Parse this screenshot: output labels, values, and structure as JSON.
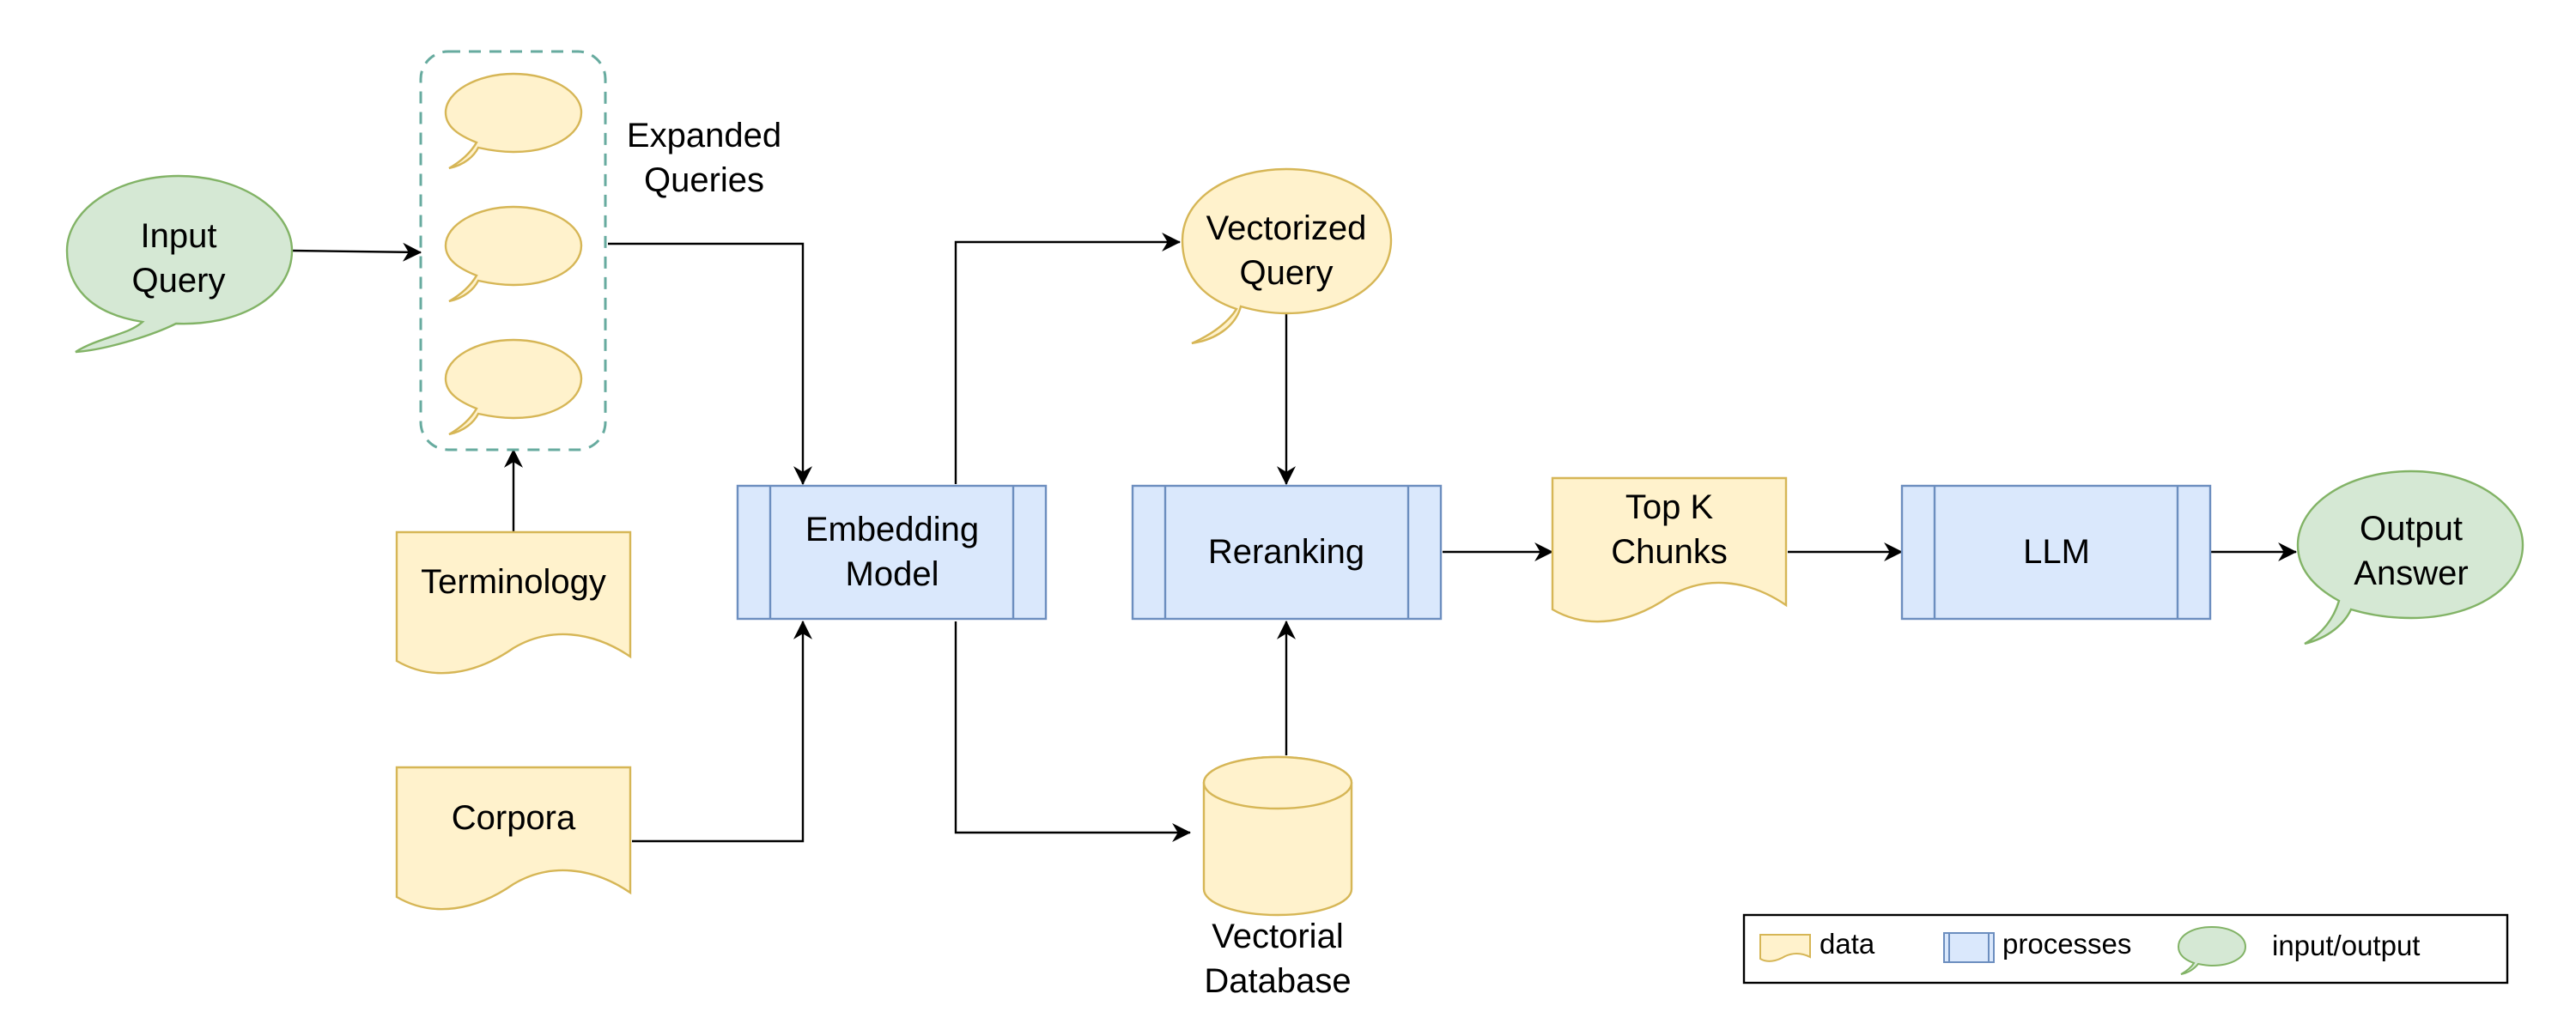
{
  "colors": {
    "data_fill": "#fff2cc",
    "data_stroke": "#d6b656",
    "process_fill": "#dae8fc",
    "process_stroke": "#6c8ebf",
    "io_fill": "#d5e8d4",
    "io_stroke": "#82b366",
    "group_stroke": "#67ab9f",
    "edge": "#000000"
  },
  "nodes": {
    "input_query": {
      "line1": "Input",
      "line2": "Query"
    },
    "expanded_queries_label": {
      "line1": "Expanded",
      "line2": "Queries"
    },
    "terminology": {
      "label": "Terminology"
    },
    "corpora": {
      "label": "Corpora"
    },
    "embedding_model": {
      "line1": "Embedding",
      "line2": "Model"
    },
    "vectorized_query": {
      "line1": "Vectorized",
      "line2": "Query"
    },
    "reranking": {
      "label": "Reranking"
    },
    "vectorial_database": {
      "line1": "Vectorial",
      "line2": "Database"
    },
    "top_k_chunks": {
      "line1": "Top K",
      "line2": "Chunks"
    },
    "llm": {
      "label": "LLM"
    },
    "output_answer": {
      "line1": "Output",
      "line2": "Answer"
    }
  },
  "legend": {
    "data": "data",
    "processes": "processes",
    "input_output": "input/output"
  }
}
